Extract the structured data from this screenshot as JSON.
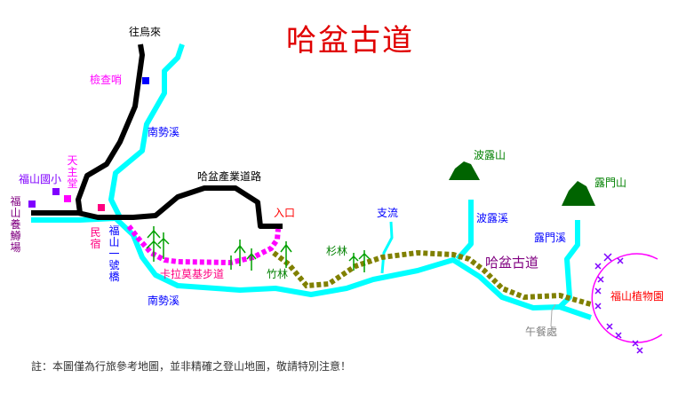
{
  "title": "哈盆古道",
  "note": "註：本圖僅為行旅參考地圖，並非精確之登山地圖，敬請特別注意！",
  "labels": {
    "to_wulai": "往烏來",
    "checkpoint": "檢查哨",
    "nanshi_upper": "南勢溪",
    "nanshi_lower": "南勢溪",
    "church": "天主堂",
    "school": "福山國小",
    "trout_farm": "福山養鱒場",
    "homestay": "民宿",
    "bridge": "福山一號橋",
    "industrial_road": "哈盆產業道路",
    "entrance": "入口",
    "karamoji_trail": "卡拉莫基步道",
    "bamboo": "竹林",
    "cedar": "杉林",
    "tributary": "支流",
    "bolu_mountain": "波露山",
    "bolu_creek": "波露溪",
    "lumen_mountain": "露門山",
    "lumen_creek": "露門溪",
    "hapen_trail": "哈盆古道",
    "lunch": "午餐處",
    "botanical_garden": "福山植物園"
  },
  "colors": {
    "river": "#00ffff",
    "road": "#000000",
    "karamoji": "#ff00ff",
    "hapen": "#808000",
    "mountain": "#006400",
    "title": "#e00000"
  }
}
